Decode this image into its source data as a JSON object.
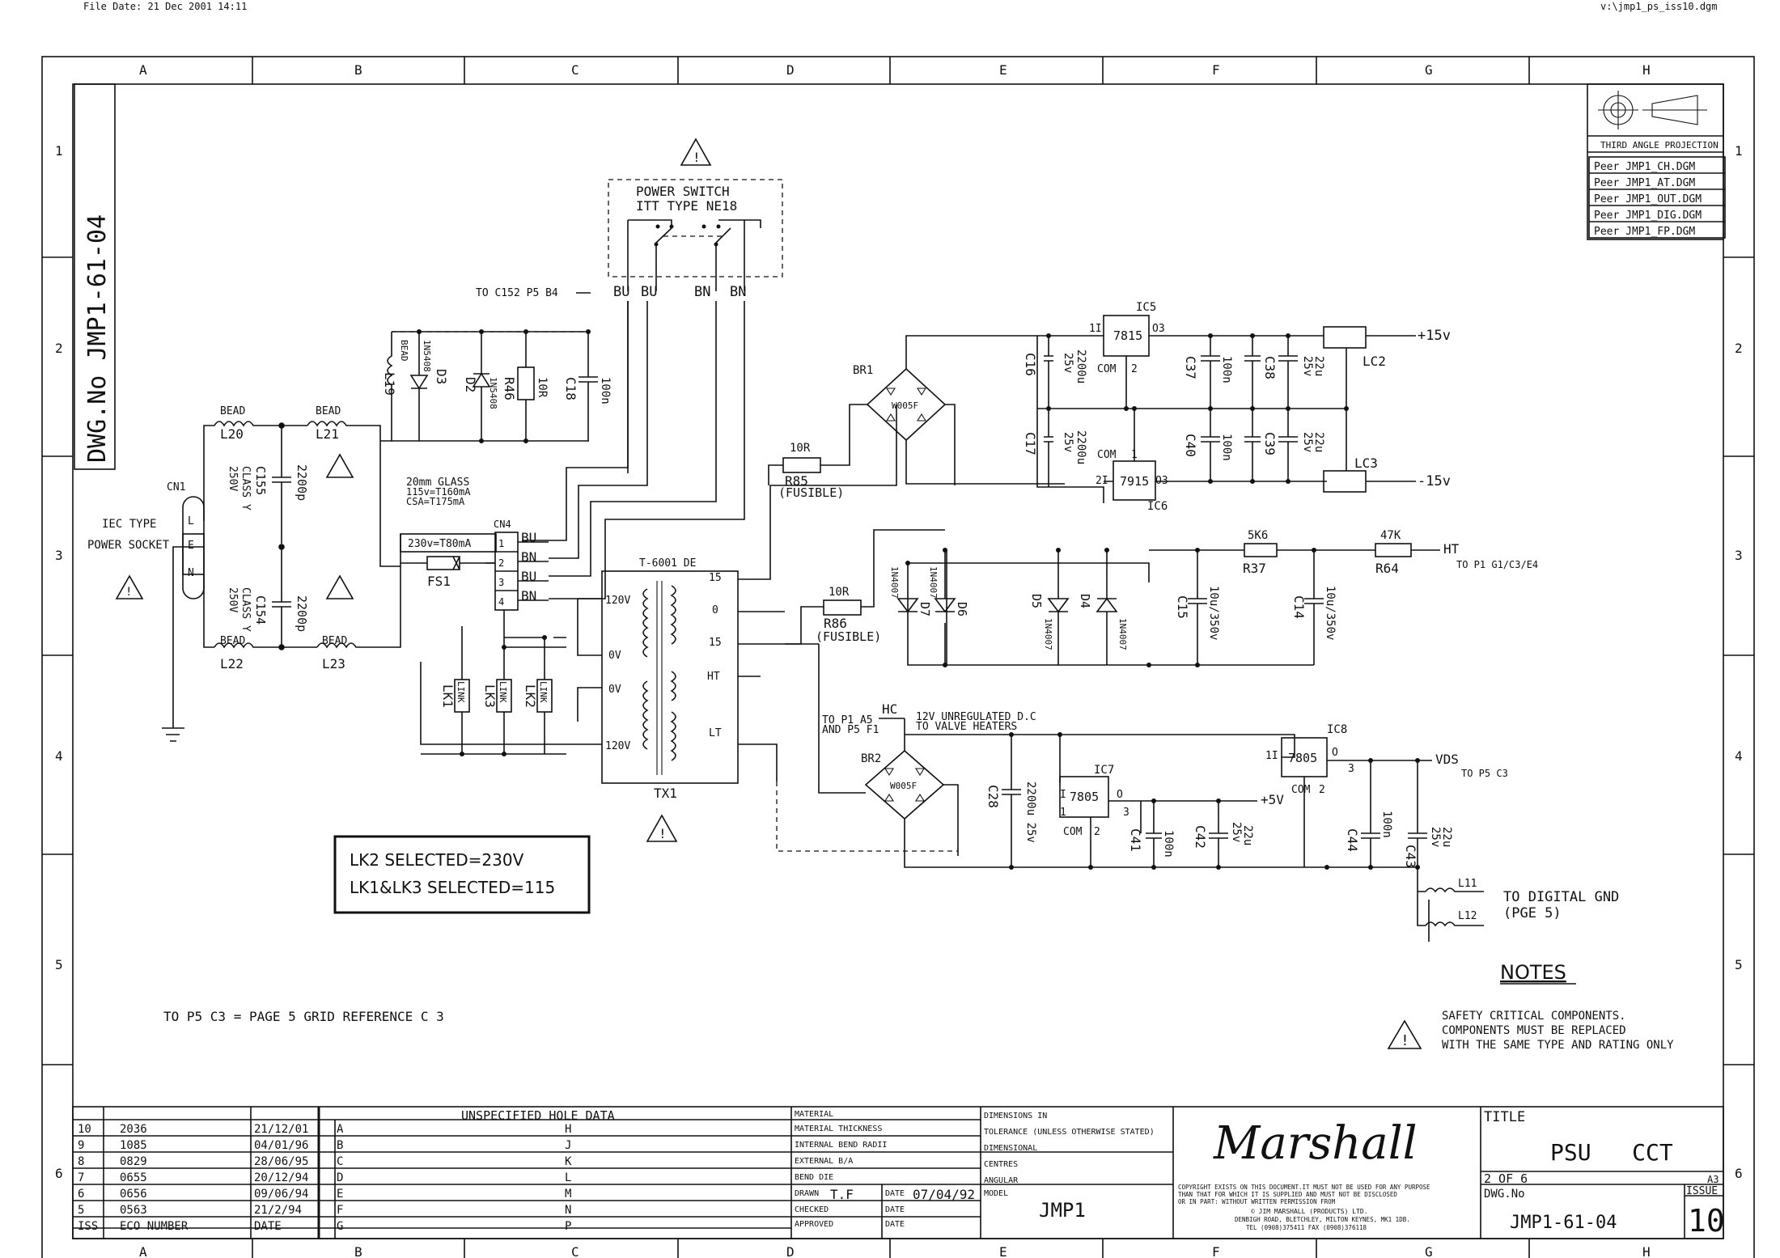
{
  "header": {
    "file_date": "File Date: 21 Dec 2001 14:11",
    "path": "v:\\jmp1_ps_iss10.dgm"
  },
  "grid": {
    "cols": [
      "A",
      "B",
      "C",
      "D",
      "E",
      "F",
      "G",
      "H"
    ],
    "rows": [
      "1",
      "2",
      "3",
      "4",
      "5",
      "6"
    ]
  },
  "dwg_side": "DWG.No JMP1-61-04",
  "projection": {
    "label": "THIRD ANGLE PROJECTION",
    "peers": [
      "Peer JMP1_CH.DGM",
      "Peer JMP1_AT.DGM",
      "Peer JMP1_OUT.DGM",
      "Peer JMP1_DIG.DGM",
      "Peer JMP1_FP.DGM"
    ]
  },
  "labels": {
    "power_switch": "POWER SWITCH",
    "itt": "ITT TYPE NE18",
    "to_c152": "TO C152 P5 B4",
    "bu1": "BU",
    "bu2": "BU",
    "bn1": "BN",
    "bn2": "BN",
    "iec": "IEC TYPE",
    "power_socket": "POWER SOCKET",
    "cn1": "CN1",
    "cn_l": "L",
    "cn_e": "E",
    "cn_n": "N",
    "bead_l20": "BEAD",
    "l20": "L20",
    "bead_l21": "BEAD",
    "l21": "L21",
    "bead_l22": "BEAD",
    "l22": "L22",
    "bead_l23": "BEAD",
    "l23": "L23",
    "c155": "C155",
    "c155_class": "CLASS Y",
    "c155_v": "250V",
    "c155_val": "2200p",
    "c154": "C154",
    "c154_class": "CLASS Y",
    "c154_v": "250V",
    "c154_val": "2200p",
    "glass": "20mm GLASS",
    "f115": "115v=T160mA",
    "csa": "CSA=T175mA",
    "f230": "230v=T80mA",
    "fs1": "FS1",
    "cn4": "CN4",
    "cn4_1": "1",
    "cn4_2": "2",
    "cn4_3": "3",
    "cn4_4": "4",
    "cn4_bu1": "BU",
    "cn4_bn1": "BN",
    "cn4_bu2": "BU",
    "cn4_bn2": "BN",
    "l19": "L19",
    "bead_l19": "BEAD",
    "d3": "D3",
    "d3_part": "1N5408",
    "d2": "D2",
    "d2_part": "1N5408",
    "r46": "R46",
    "r46_val": "10R",
    "c18": "C18",
    "c18_val": "100n",
    "t6001": "T-6001 DE",
    "tx1": "TX1",
    "p120a": "120V",
    "p0va": "0V",
    "p0vb": "0V",
    "p120b": "120V",
    "s15a": "15",
    "s0": "0",
    "s15b": "15",
    "sht": "HT",
    "slt": "LT",
    "lk1": "LK1",
    "lk1_t": "LINK",
    "lk3": "LK3",
    "lk3_t": "LINK",
    "lk2": "LK2",
    "lk2_t": "LINK",
    "r85_val": "10R",
    "r85": "R85",
    "r85_f": "(FUSIBLE)",
    "r86_val": "10R",
    "r86": "R86",
    "r86_f": "(FUSIBLE)",
    "br1": "BR1",
    "br1_part": "W005F",
    "br2": "BR2",
    "br2_part": "W005F",
    "ic5": "IC5",
    "ic5_part": "7815",
    "ic5_i": "1I",
    "ic5_o": "O3",
    "ic5_c": "COM",
    "ic5_c2": "2",
    "ic6": "IC6",
    "ic6_part": "7915",
    "ic6_i": "2I",
    "ic6_o": "O3",
    "ic6_c": "COM",
    "ic6_c1": "1",
    "c16": "C16",
    "c16_v": "25v",
    "c16_val": "2200u",
    "c17": "C17",
    "c17_v": "25v",
    "c17_val": "2200u",
    "c37": "C37",
    "c37_val": "100n",
    "c40": "C40",
    "c40_val": "100n",
    "c38": "C38",
    "c38_v": "25v",
    "c38_val": "22u",
    "c39": "C39",
    "c39_v": "25v",
    "c39_val": "22u",
    "lc2": "LC2",
    "lc3": "LC3",
    "p15": "+15v",
    "m15": "-15v",
    "d7": "D7",
    "d7_part": "1N4007",
    "d6": "D6",
    "d6_part": "1N4007",
    "d5": "D5",
    "d5_part": "1N4007",
    "d4": "D4",
    "d4_part": "1N4007",
    "c15": "C15",
    "c15_val": "10u/350v",
    "c14": "C14",
    "c14_val": "10u/350v",
    "r37_val": "5K6",
    "r37": "R37",
    "r64_val": "47K",
    "r64": "R64",
    "ht": "HT",
    "to_p1": "TO P1 G1/C3/E4",
    "hc": "HC",
    "to_p1a5": "TO P1 A5",
    "and_p5": "AND P5 F1",
    "unreg": "12V UNREGULATED D.C",
    "heaters": "TO VALVE HEATERS",
    "c28": "C28",
    "c28_val": "2200u 25v",
    "ic7": "IC7",
    "ic7_part": "7805",
    "ic7_i": "I",
    "ic7_i1": "1",
    "ic7_o": "O",
    "ic7_o3": "3",
    "ic7_c": "COM",
    "ic7_c2": "2",
    "p5v": "+5V",
    "c41": "C41",
    "c41_val": "100n",
    "c42": "C42",
    "c42_v": "25v",
    "c42_val": "22u",
    "ic8": "IC8",
    "ic8_part": "7805",
    "ic8_i": "1I",
    "ic8_o": "O",
    "ic8_o3": "3",
    "ic8_c": "COM",
    "ic8_c2": "2",
    "vds": "VDS",
    "to_p5c3": "TO P5 C3",
    "c44": "C44",
    "c44_val": "100n",
    "c43": "C43",
    "c43_v": "25v",
    "c43_val": "22u",
    "l11": "L11",
    "l12": "L12",
    "dig_gnd": "TO DIGITAL GND",
    "pge5": "(PGE 5)",
    "lk_note1": "LK2 SELECTED=230V",
    "lk_note2": "LK1&LK3 SELECTED=115",
    "grid_note": "TO P5 C3 = PAGE 5 GRID REFERENCE C 3",
    "notes": "NOTES",
    "safety1": "SAFETY CRITICAL COMPONENTS.",
    "safety2": "COMPONENTS MUST BE REPLACED",
    "safety3": "WITH THE SAME TYPE AND RATING ONLY"
  },
  "title_block": {
    "unspecified": "UNSPECIFIED HOLE DATA",
    "issues": [
      {
        "iss": "10",
        "eco": "2036",
        "date": "21/12/01",
        "l1": "A",
        "l2": "H"
      },
      {
        "iss": "9",
        "eco": "1085",
        "date": "04/01/96",
        "l1": "B",
        "l2": "J"
      },
      {
        "iss": "8",
        "eco": "0829",
        "date": "28/06/95",
        "l1": "C",
        "l2": "K"
      },
      {
        "iss": "7",
        "eco": "0655",
        "date": "20/12/94",
        "l1": "D",
        "l2": "L"
      },
      {
        "iss": "6",
        "eco": "0656",
        "date": "09/06/94",
        "l1": "E",
        "l2": "M"
      },
      {
        "iss": "5",
        "eco": "0563",
        "date": "21/2/94",
        "l1": "F",
        "l2": "N"
      }
    ],
    "hdr": {
      "iss": "ISS",
      "eco": "ECO NUMBER",
      "date": "DATE",
      "l1": "G",
      "l2": "P"
    },
    "material": "MATERIAL",
    "thickness": "MATERIAL THICKNESS",
    "bend_radii": "INTERNAL BEND RADII",
    "external": "EXTERNAL B/A",
    "bend_die": "BEND DIE",
    "drawn": "DRAWN",
    "drawn_val": "T.F",
    "date_lbl": "DATE",
    "drawn_date": "07/04/92",
    "checked": "CHECKED",
    "approved": "APPROVED",
    "date2": "DATE",
    "date3": "DATE",
    "dims": "DIMENSIONS IN",
    "tol": "TOLERANCE (UNLESS OTHERWISE STATED)",
    "dimensional": "DIMENSIONAL",
    "centres": "CENTRES",
    "angular": "ANGULAR",
    "model_lbl": "MODEL",
    "model": "JMP1",
    "brand": "Marshall",
    "copy1": "COPYRIGHT EXISTS ON THIS DOCUMENT.IT MUST NOT BE USED FOR ANY PURPOSE",
    "copy2": "THAN THAT FOR WHICH IT IS SUPPLIED AND MUST NOT BE DISCLOSED",
    "copy3": "OR IN PART: WITHOUT WRITTEN PERMISSION FROM",
    "copy4": "© JIM MARSHALL (PRODUCTS) LTD.",
    "copy5": "DENBIGH ROAD, BLETCHLEY, MILTON KEYNES, MK1 1DB.",
    "copy6": "TEL (0908)375411 FAX (0908)376118",
    "title_lbl": "TITLE",
    "title": "PSU   CCT",
    "sheet": "2 OF 6",
    "size": "A3",
    "dwg_lbl": "DWG.No",
    "dwg": "JMP1-61-04",
    "issue_lbl": "ISSUE",
    "issue": "10"
  }
}
